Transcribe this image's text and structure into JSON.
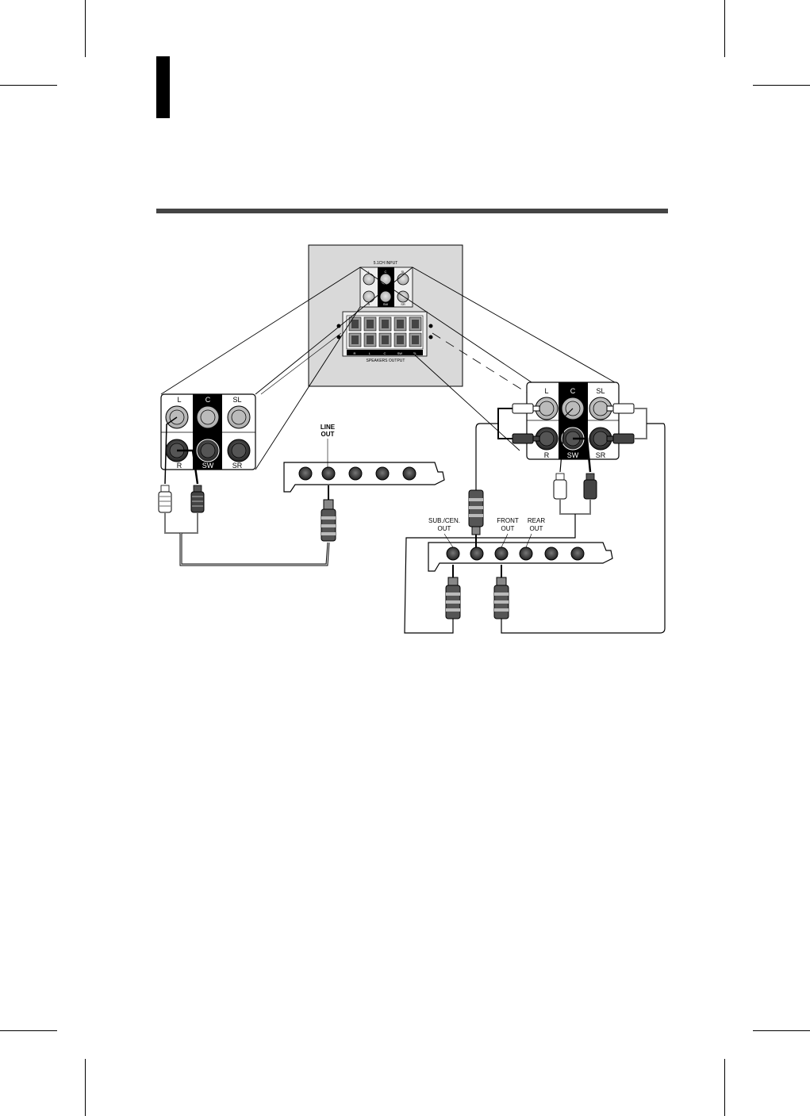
{
  "colors": {
    "panel_gray": "#d9d9d9",
    "jack_light": "#cfcfcf",
    "jack_dark": "#3a3a3a",
    "ink": "#000000",
    "rule": "#444444"
  },
  "rear_panel": {
    "input_title": "5.1CH INPUT",
    "input_labels": [
      "L",
      "C",
      "SL",
      "R",
      "SW",
      "SR"
    ],
    "output_title": "SPEAKERS OUTPUT",
    "output_labels": [
      "R",
      "L",
      "C",
      "SW",
      "SL"
    ]
  },
  "left_inset": {
    "top_labels": [
      "L",
      "C",
      "SL"
    ],
    "bottom_labels": [
      "R",
      "SW",
      "SR"
    ]
  },
  "right_inset": {
    "top_labels": [
      "L",
      "C",
      "SL"
    ],
    "bottom_labels": [
      "R",
      "SW",
      "SR"
    ]
  },
  "left_card": {
    "line_out_label_1": "LINE",
    "line_out_label_2": "OUT"
  },
  "right_card": {
    "sub_cen_label_1": "SUB./CEN.",
    "sub_cen_label_2": "OUT",
    "front_label_1": "FRONT",
    "front_label_2": "OUT",
    "rear_label_1": "REAR",
    "rear_label_2": "OUT"
  },
  "icons": [
    "rca-jack-icon",
    "rca-plug-icon",
    "mini-plug-icon",
    "sound-card-bracket-icon",
    "speaker-terminal-icon"
  ]
}
